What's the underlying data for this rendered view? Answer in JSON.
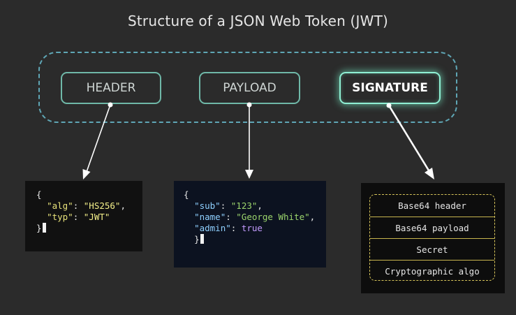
{
  "title": "Structure of a JSON Web Token (JWT)",
  "parts": {
    "header": "HEADER",
    "payload": "PAYLOAD",
    "signature": "SIGNATURE"
  },
  "header_code": {
    "open": "{",
    "alg_key": "\"alg\"",
    "alg_value": "\"HS256\"",
    "typ_key": "\"typ\"",
    "typ_value": "\"JWT\"",
    "close": "}"
  },
  "payload_code": {
    "open": "{",
    "sub_key": "\"sub\"",
    "sub_value": "\"123\"",
    "name_key": "\"name\"",
    "name_value": "\"George White\"",
    "admin_key": "\"admin\"",
    "admin_value": "true",
    "close": "}"
  },
  "signature_parts": [
    "Base64 header",
    "Base64 payload",
    "Secret",
    "Cryptographic algo"
  ],
  "colors": {
    "background": "#2b2b2b",
    "group_border": "#5fa6b5",
    "part_border": "#6fb8a8",
    "signature_glow": "#8ff0d4",
    "arrow": "#ffffff",
    "signature_dash": "#d6c45a"
  }
}
